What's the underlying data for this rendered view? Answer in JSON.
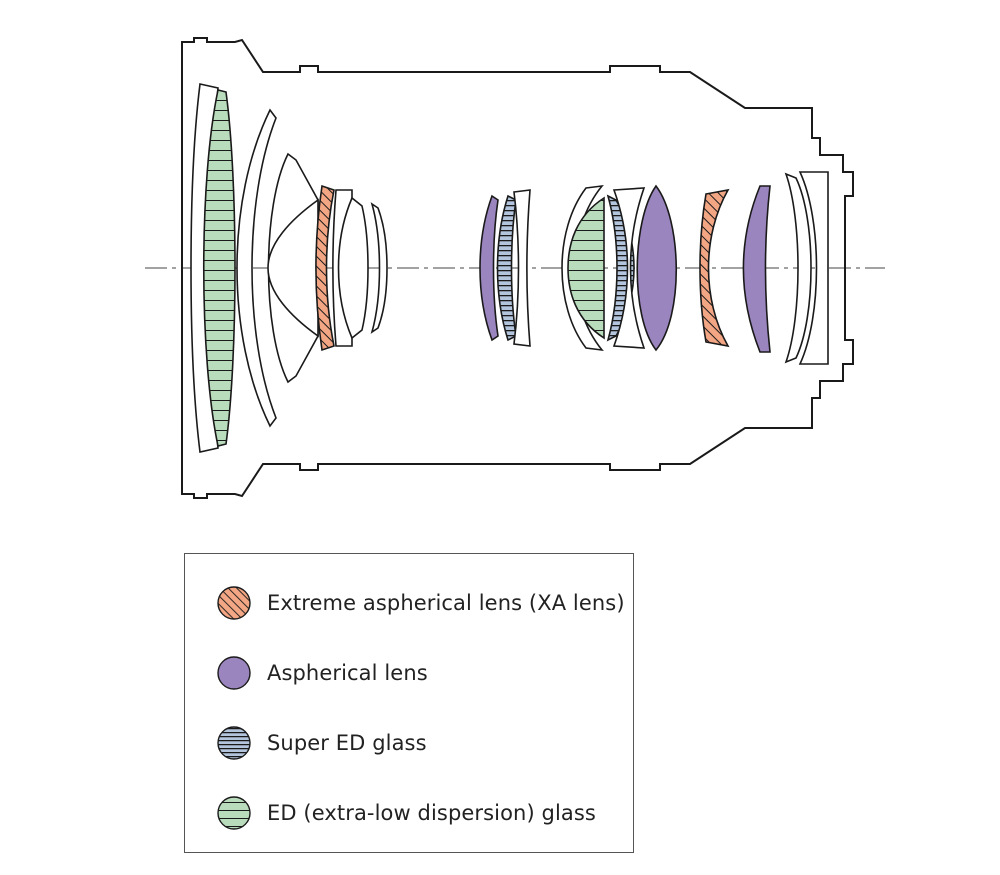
{
  "colors": {
    "xa": "#f2a684",
    "aspherical": "#9b85bf",
    "super_ed": "#b3c5dd",
    "ed": "#b9dcbc",
    "line": "#1a1a1a"
  },
  "legend": {
    "items": [
      {
        "id": "xa",
        "label": "Extreme aspherical lens (XA lens)",
        "icon": "hatched-orange-circle-icon"
      },
      {
        "id": "aspherical",
        "label": "Aspherical lens",
        "icon": "purple-circle-icon"
      },
      {
        "id": "super_ed",
        "label": "Super ED glass",
        "icon": "striped-blue-circle-icon"
      },
      {
        "id": "ed",
        "label": "ED (extra-low dispersion) glass",
        "icon": "striped-green-circle-icon"
      }
    ]
  }
}
